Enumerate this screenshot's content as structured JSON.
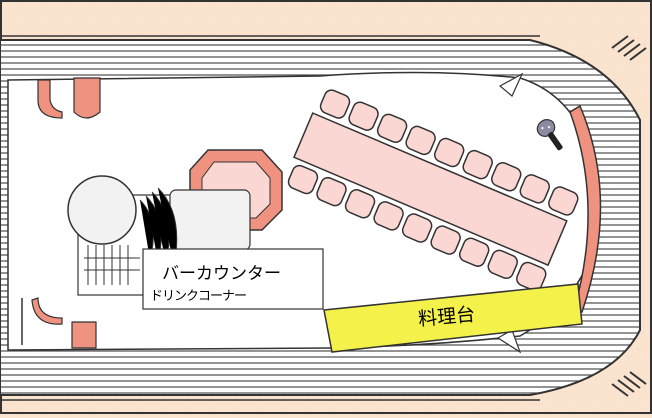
{
  "labels": {
    "bar_counter": "バーカウンター",
    "drink_corner": "ドリンクコーナー",
    "cooking_table": "料理台"
  },
  "colors": {
    "background": "#fbe4cf",
    "floor": "#ffffff",
    "deck_lines": "#555555",
    "salmon": "#ef9380",
    "table_fill": "#fbd7d3",
    "cooking_table_fill": "#f4f24a"
  },
  "icons": [
    "microphone-icon"
  ]
}
